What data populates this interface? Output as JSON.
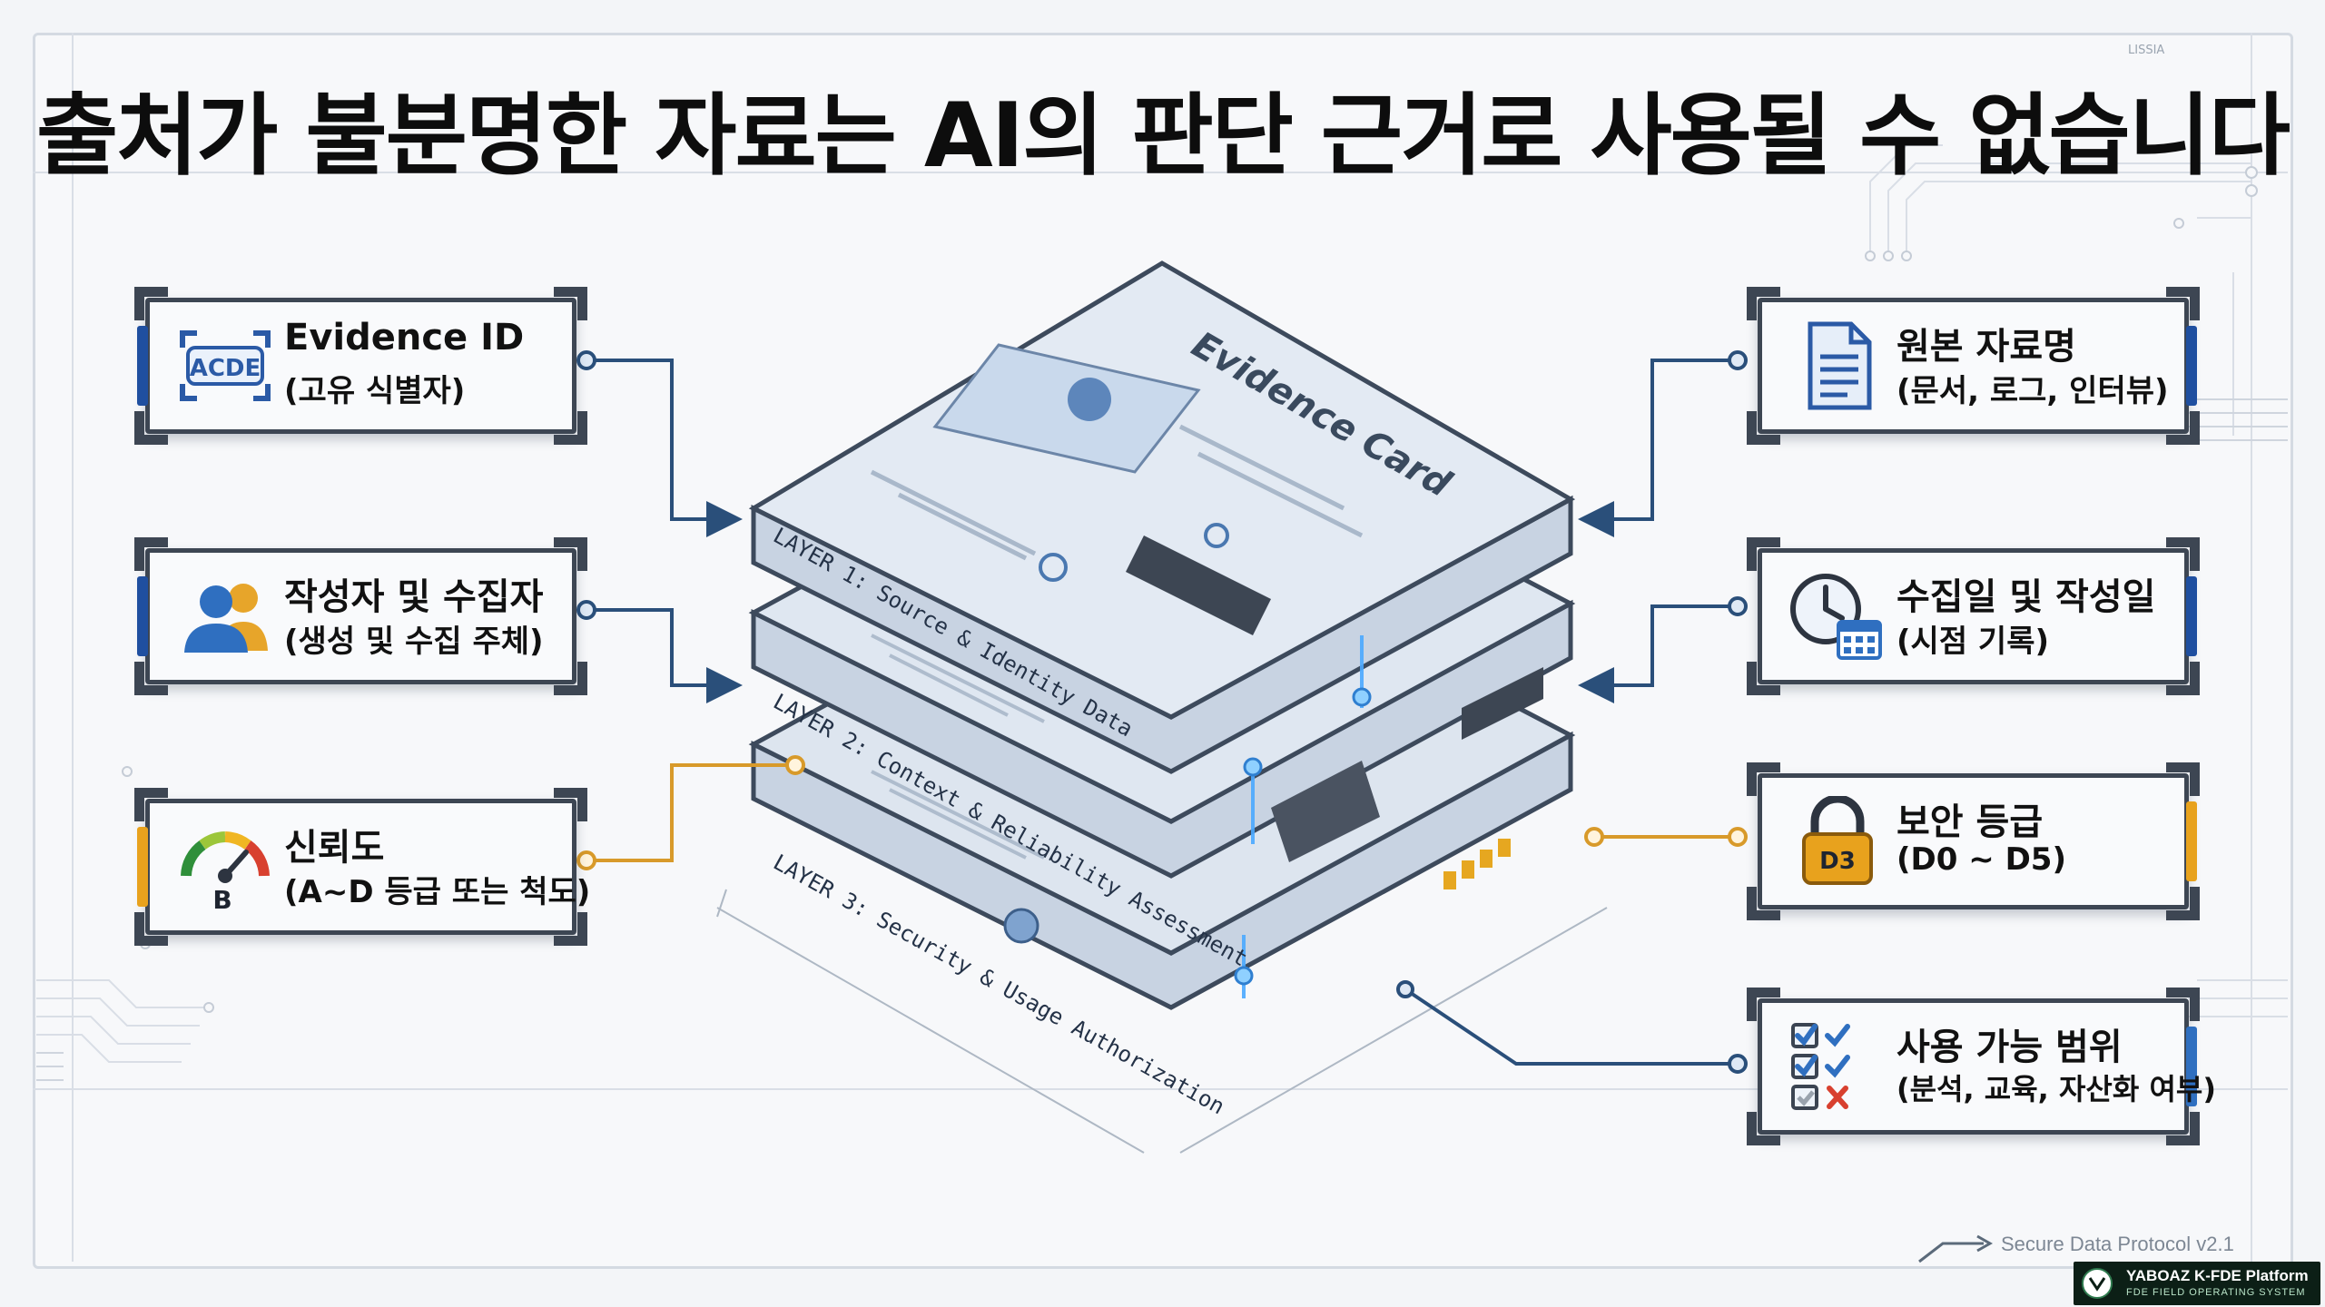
{
  "title": "출처가 불분명한 자료는 AI의 판단 근거로 사용될 수 없습니다",
  "corner_tag": "LISSIA",
  "stack": {
    "card_title": "Evidence Card",
    "layers": [
      {
        "label": "LAYER 1: Source & Identity Data"
      },
      {
        "label": "LAYER 2: Context & Reliability Assessment"
      },
      {
        "label": "LAYER 3: Security & Usage Authorization"
      }
    ]
  },
  "left_cards": [
    {
      "icon": "acde-id-icon",
      "icon_text": "ACDE",
      "label": "Evidence ID",
      "sub": "(고유 식별자)",
      "accent": "#1f4fa0"
    },
    {
      "icon": "people-icon",
      "label": "작성자 및 수집자",
      "sub": "(생성 및 수집 주체)",
      "accent": "#1f4fa0"
    },
    {
      "icon": "gauge-icon",
      "icon_text": "B",
      "label": "신뢰도",
      "sub": "(A~D 등급 또는 척도)",
      "accent": "#e8a21d"
    }
  ],
  "right_cards": [
    {
      "icon": "document-icon",
      "label": "원본 자료명",
      "sub": "(문서, 로그, 인터뷰)",
      "accent": "#1f4fa0"
    },
    {
      "icon": "clock-calendar-icon",
      "label": "수집일 및 작성일",
      "sub": "(시점 기록)",
      "accent": "#1f4fa0"
    },
    {
      "icon": "padlock-icon",
      "icon_text": "D3",
      "label": "보안 등급",
      "sub": "(D0 ~ D5)",
      "accent": "#e8a21d"
    },
    {
      "icon": "checklist-icon",
      "label": "사용 가능 범위",
      "sub": "(분석, 교육, 자산화 여부)",
      "accent": "#2f6fc0"
    }
  ],
  "footer": {
    "protocol": "Secure Data Protocol v2.1",
    "badge_title": "YABOAZ K-FDE Platform",
    "badge_sub": "FDE FIELD OPERATING SYSTEM"
  },
  "colors": {
    "navy": "#3d4653",
    "blue": "#1f4fa0",
    "connector": "#2a4f7a",
    "gold": "#e8a21d",
    "glow": "#4aa8ff"
  }
}
